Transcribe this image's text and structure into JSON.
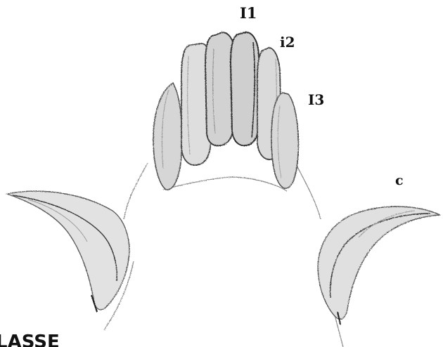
{
  "figure": {
    "labels": {
      "i1": "I1",
      "i2": "i2",
      "i3": "I3",
      "c": "c"
    },
    "caption": "LASSE"
  },
  "colors": {
    "ink": "#1a1a1a",
    "pencil": "#6e6e6e",
    "shading": "#b5b5b5",
    "background": "#ffffff"
  }
}
